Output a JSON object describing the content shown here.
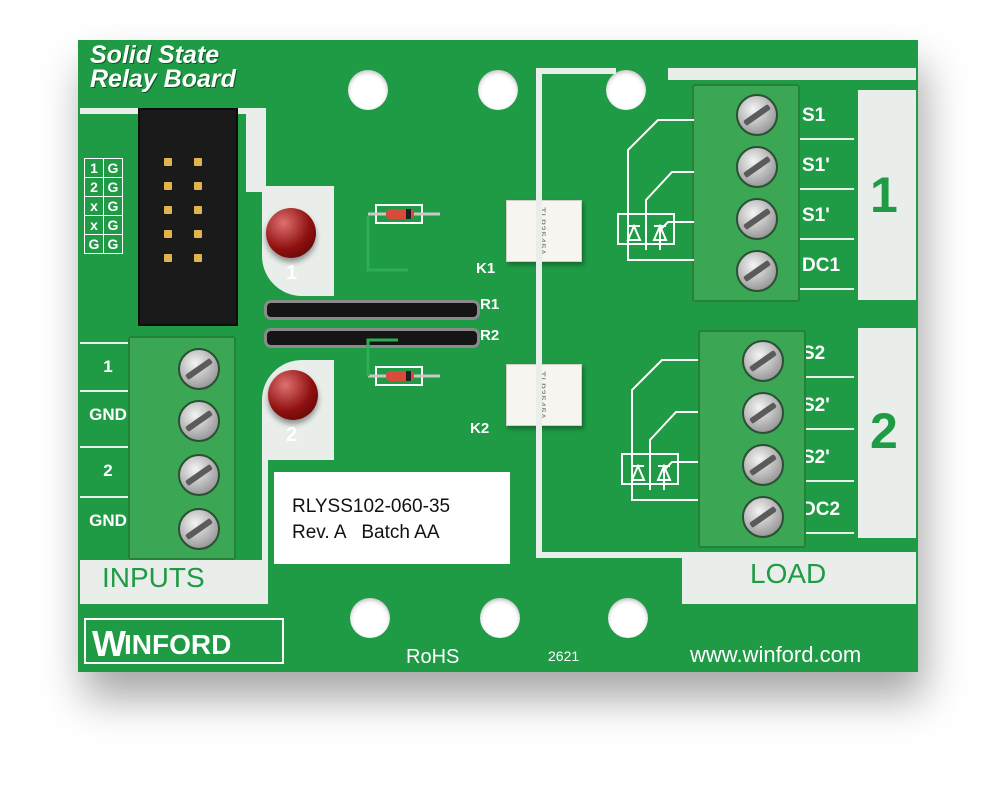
{
  "board": {
    "title_line1": "Solid State",
    "title_line2": "Relay Board",
    "brand_logo_text": "WINFORD",
    "url": "www.winford.com",
    "rohs": "RoHS",
    "date_code": "2621",
    "inputs_label": "INPUTS",
    "load_label": "LOAD",
    "colors": {
      "pcb": "#1f9a45",
      "silkscreen": "#e9eeea",
      "led": "#8e1010"
    }
  },
  "header_pinout": [
    [
      "1",
      "G"
    ],
    [
      "2",
      "G"
    ],
    [
      "x",
      "G"
    ],
    [
      "x",
      "G"
    ],
    [
      "G",
      "G"
    ]
  ],
  "input_terminals": [
    "1",
    "GND",
    "2",
    "GND"
  ],
  "led_labels": [
    "1",
    "2"
  ],
  "resistors": [
    "R1",
    "R2"
  ],
  "optocouplers": [
    {
      "label": "K1",
      "part": "TLP3545A"
    },
    {
      "label": "K2",
      "part": "TLP3545A"
    }
  ],
  "product_label": {
    "part_number": "RLYSS102-060-35",
    "revision": "Rev. A   Batch AA"
  },
  "channels": [
    {
      "number": "1",
      "terminals": [
        "S1",
        "S1'",
        "S1'",
        "DC1"
      ]
    },
    {
      "number": "2",
      "terminals": [
        "S2",
        "S2'",
        "S2'",
        "DC2"
      ]
    }
  ]
}
